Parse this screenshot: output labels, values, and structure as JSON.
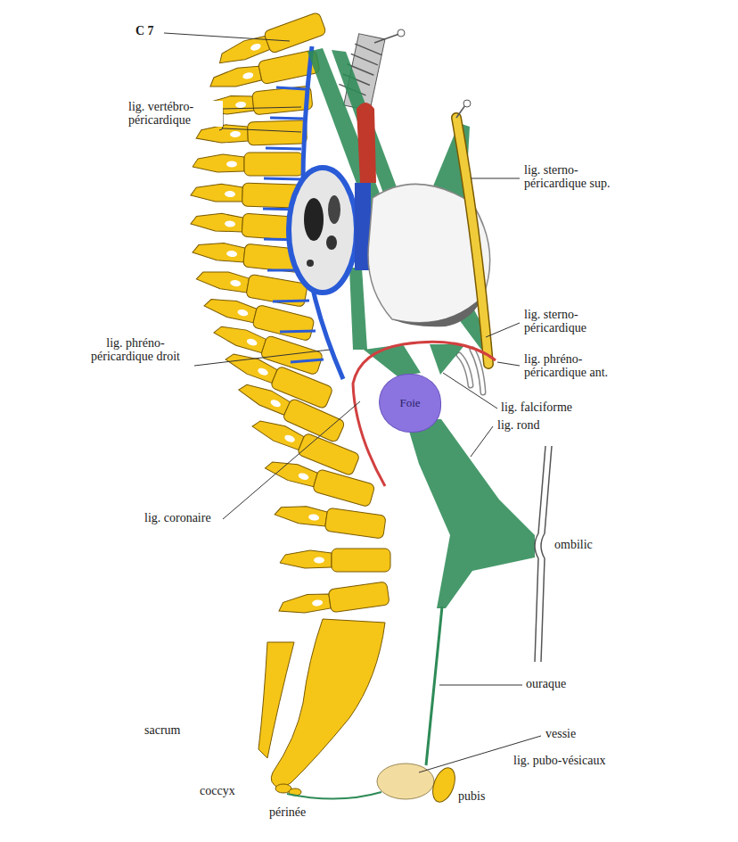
{
  "diagram": {
    "nodes": [
      {
        "text": [
          "Foie"
        ]
      }
    ],
    "labels": [
      "C 7",
      "lig. vertébro- péricardique",
      "lig. sterno- péricardique sup.",
      "lig. sterno- péricardique",
      "lig. phréno- péricardique ant.",
      "lig. falciforme",
      "lig. rond",
      "lig. phréno- péricardique droit",
      "lig. coronaire",
      "ombilic",
      "ouraque",
      "vessie",
      "lig. pubo-vésicaux",
      "sacrum",
      "coccyx",
      "périnée",
      "pubis"
    ]
  }
}
